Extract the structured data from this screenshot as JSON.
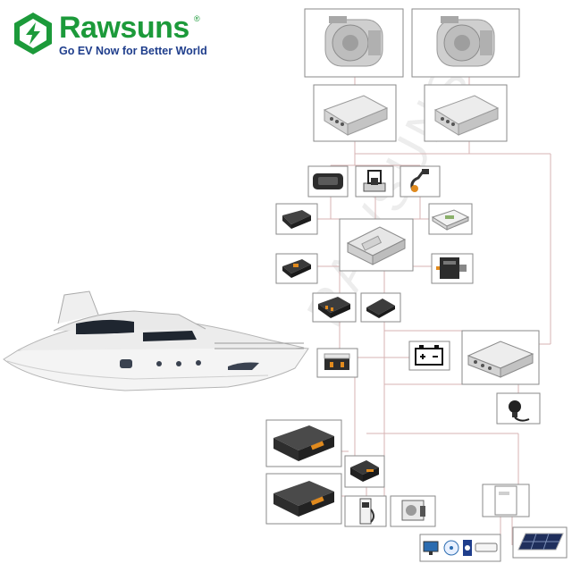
{
  "brand": {
    "name": "Rawsuns",
    "registered_mark": "®",
    "tagline": "Go EV Now for Better World",
    "color_green": "#1c9a3a",
    "color_blue": "#1f3e8c"
  },
  "watermark": {
    "text": "RAWSUNS"
  },
  "components": {
    "motors": [
      "motor-icon",
      "motor-icon"
    ],
    "motor_controllers": [
      "controller-icon",
      "controller-icon"
    ],
    "vcu_peripherals": [
      "display-icon",
      "shifter-icon",
      "throttle-pedal-icon",
      "sensor-icon",
      "ecu-icon"
    ],
    "vcu": "vcu-icon",
    "dcdc_and_charger": [
      "dcdc-icon",
      "obc-icon"
    ],
    "pdu": "pdu-icon",
    "bms": "bms-icon",
    "low_voltage_battery": "lv-battery-icon",
    "power_distribution_box": "distribution-box-icon",
    "charging_plug": "charging-plug-icon",
    "battery_packs": [
      "battery-pack-icon",
      "battery-pack-icon"
    ],
    "junction_box": "junction-box-icon",
    "charging_station": "charging-station-icon",
    "fast_charger": "fast-charger-icon",
    "inverter": "inverter-icon",
    "loads": [
      "monitor-icon",
      "fan-icon",
      "fridge-icon",
      "air-conditioner-icon"
    ],
    "solar_panel": "solar-panel-icon",
    "boat": "yacht-icon"
  },
  "colors": {
    "frame_border": "#8a8a8a",
    "connector_line": "#d7b3b3",
    "device_light": "#e8e8e8",
    "device_dark": "#2d2d2d",
    "battery_orange": "#e08a1e"
  }
}
